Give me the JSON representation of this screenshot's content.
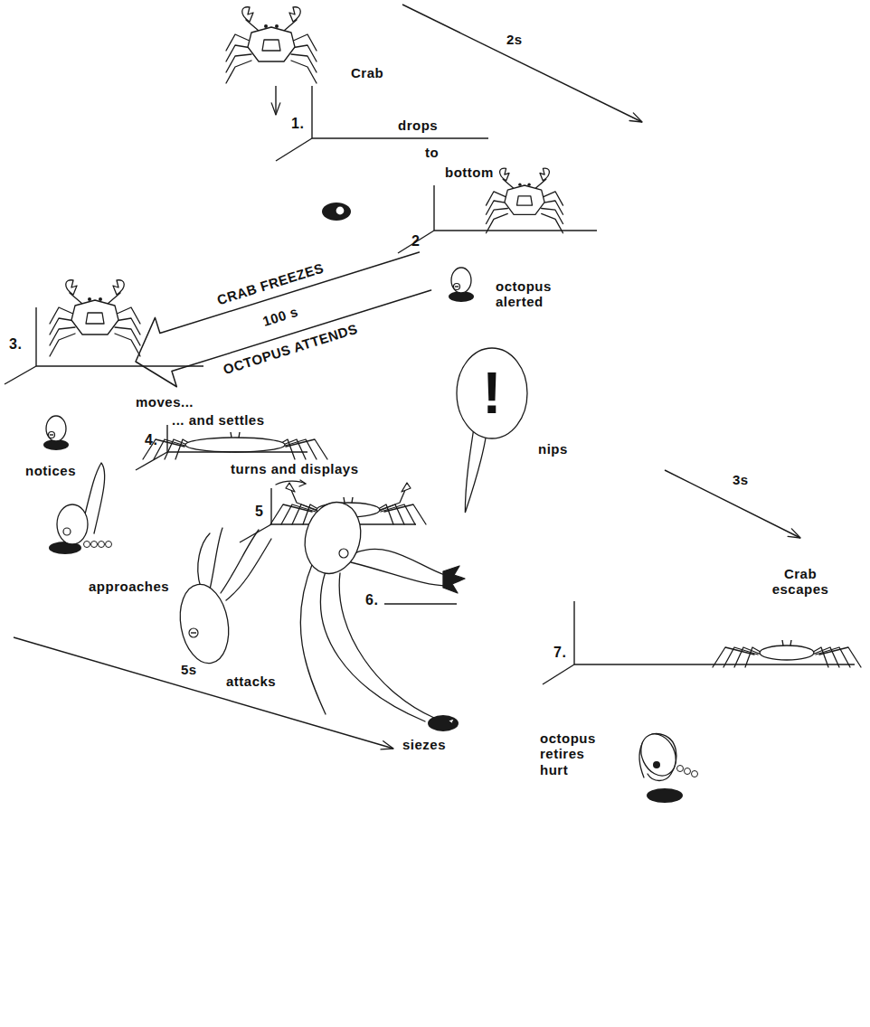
{
  "diagram": {
    "nodes": [
      {
        "text": [
          "!"
        ]
      }
    ],
    "labels": [
      "Crab",
      "2s",
      "1.",
      "drops",
      "to",
      "bottom",
      "2",
      "octopus alerted",
      "CRAB FREEZES",
      "100 s",
      "OCTOPUS ATTENDS",
      "3.",
      "moves...",
      "... and settles",
      "4.",
      "notices",
      "approaches",
      "turns and displays",
      "5",
      "3s",
      "attacks",
      "nips",
      "6.",
      "5s",
      "siezes",
      "7.",
      "Crab escapes",
      "octopus retires hurt"
    ]
  }
}
